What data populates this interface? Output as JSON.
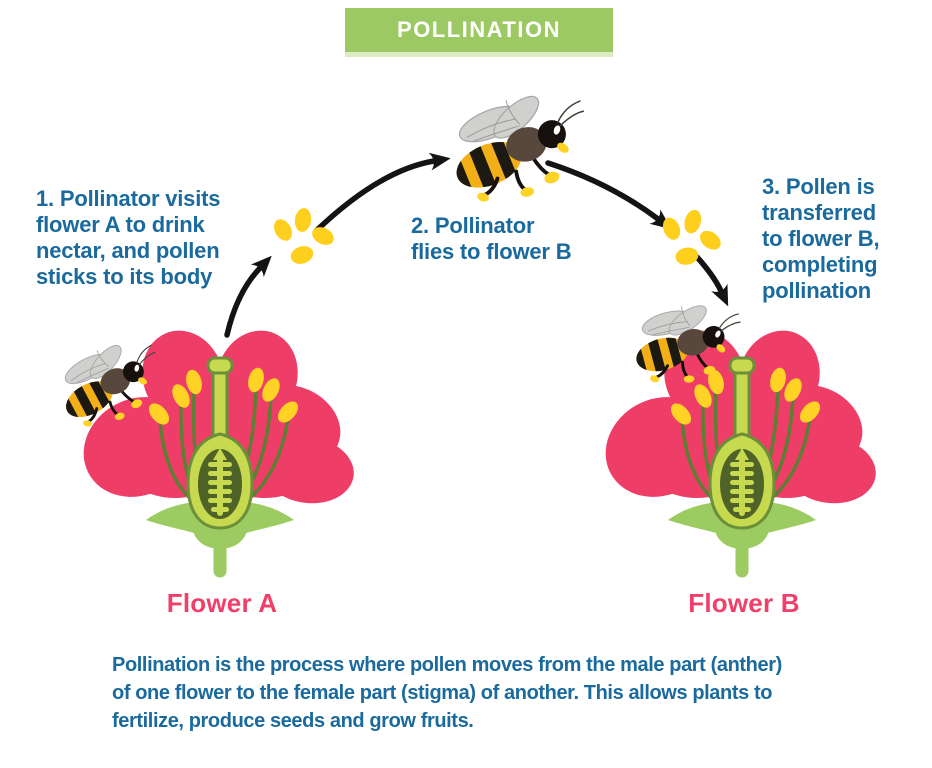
{
  "title_banner": {
    "label": "POLLINATION",
    "bg_color": "#9cc963",
    "text_color": "#ffffff"
  },
  "steps": [
    {
      "id": 1,
      "text": "1. Pollinator visits\nflower A to drink\nnectar, and pollen\nsticks to its body"
    },
    {
      "id": 2,
      "text": "2. Pollinator\nflies to flower B"
    },
    {
      "id": 3,
      "text": "3. Pollen is\ntransferred\nto flower B,\ncompleting\npollination"
    }
  ],
  "flowers": [
    {
      "label": "Flower A"
    },
    {
      "label": "Flower B"
    }
  ],
  "caption": {
    "text": "Pollination is the process where pollen moves from the male part (anther)\nof one flower to the female part (stigma) of another. This allows plants to\nfertilize, produce seeds and grow fruits."
  },
  "icons": {
    "flying_bee": "bee-flying-icon",
    "bee_on_flower_a": "bee-on-flower-icon",
    "bee_on_flower_b": "bee-on-flower-icon",
    "flower_cross_section": "flower-cross-section-icon",
    "pollen_cluster": "pollen-grains-icon",
    "curved_arrow": "curved-arrow-icon"
  },
  "colors": {
    "step_text_blue": "#1a6a9d",
    "flower_label_pink": "#f04069",
    "petal_pink": "#ee3e68",
    "pollen_yellow": "#ffd226",
    "bee_yellow": "#f2af18",
    "leaf_green": "#9ccb62",
    "pistil_green": "#c6d94f",
    "ovary_dark_green": "#4f6228",
    "filament_olive": "#5e7f33",
    "banner_green": "#9cc963",
    "arrow_black": "#141414",
    "wing_gray": "#cccccа"
  }
}
